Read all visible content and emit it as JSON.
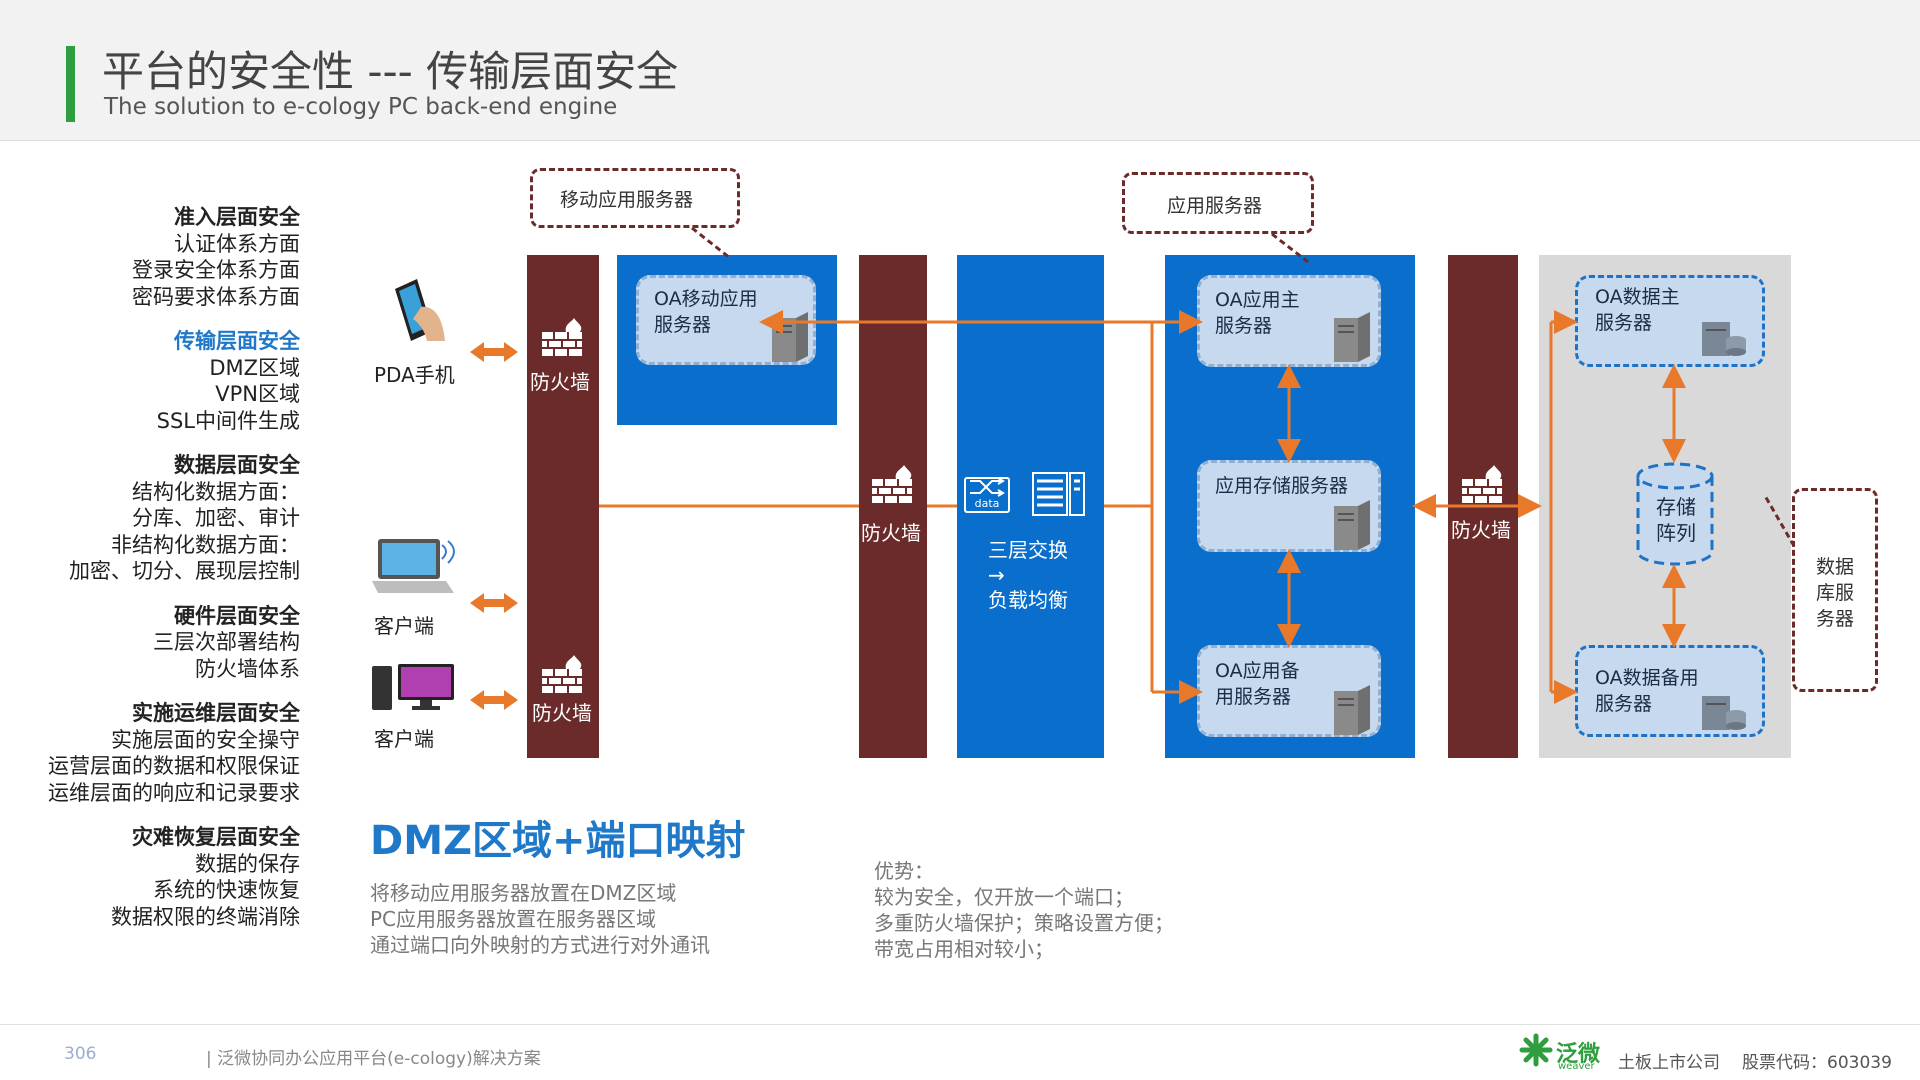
{
  "header": {
    "title": "平台的安全性  --- 传输层面安全",
    "subtitle": "The solution to e-cology PC back-end engine"
  },
  "menu": [
    {
      "title": "准入层面安全",
      "highlight": false,
      "lines": [
        "认证体系方面",
        "登录安全体系方面",
        "密码要求体系方面"
      ]
    },
    {
      "title": "传输层面安全",
      "highlight": true,
      "lines": [
        "DMZ区域",
        "VPN区域",
        "SSL中间件生成"
      ]
    },
    {
      "title": "数据层面安全",
      "highlight": false,
      "lines": [
        "结构化数据方面：",
        "分库、加密、审计",
        "非结构化数据方面：",
        "加密、切分、展现层控制"
      ]
    },
    {
      "title": "硬件层面安全",
      "highlight": false,
      "lines": [
        "三层次部署结构",
        "防火墙体系"
      ]
    },
    {
      "title": "实施运维层面安全",
      "highlight": false,
      "lines": [
        "实施层面的安全操守",
        "运营层面的数据和权限保证",
        "运维层面的响应和记录要求"
      ]
    },
    {
      "title": "灾难恢复层面安全",
      "highlight": false,
      "lines": [
        "数据的保存",
        "系统的快速恢复",
        "数据权限的终端消除"
      ]
    }
  ],
  "devices": {
    "pda": "PDA手机",
    "laptop": "客户端",
    "desktop": "客户端"
  },
  "diagram": {
    "firewall": "防火墙",
    "callout_mobile": "移动应用服务器",
    "callout_app": "应用服务器",
    "callout_db": "数据库服务器",
    "mobile_server": "OA移动应用服务器",
    "switch_line1": "三层交换",
    "switch_arrow": "→",
    "switch_line2": "负载均衡",
    "data_icon_text": "data",
    "app_main": "OA应用主服务器",
    "app_storage": "应用存储服务器",
    "app_backup": "OA应用备用服务器",
    "db_main": "OA数据主服务器",
    "db_backup": "OA数据备用服务器",
    "storage_array": "存储阵列"
  },
  "bottom": {
    "heading": "DMZ区域+端口映射",
    "desc_lines": [
      "将移动应用服务器放置在DMZ区域",
      "PC应用服务器放置在服务器区域",
      "通过端口向外映射的方式进行对外通讯"
    ],
    "adv_lines": [
      "优势：",
      "较为安全，仅开放一个端口；",
      "多重防火墙保护；策略设置方便；",
      "带宽占用相对较小；"
    ]
  },
  "footer": {
    "page": "306",
    "doc": "| 泛微协同办公应用平台(e-cology)解决方案",
    "brand": "泛微",
    "brand_en": "weaver",
    "listing": "土板上市公司",
    "stock": "股票代码：603039"
  },
  "colors": {
    "accent_green": "#2e9e3e",
    "firewall": "#6b2b2b",
    "zone_blue": "#0a6fcc",
    "arrow_orange": "#e8782a",
    "heading_blue": "#1f78c8"
  }
}
